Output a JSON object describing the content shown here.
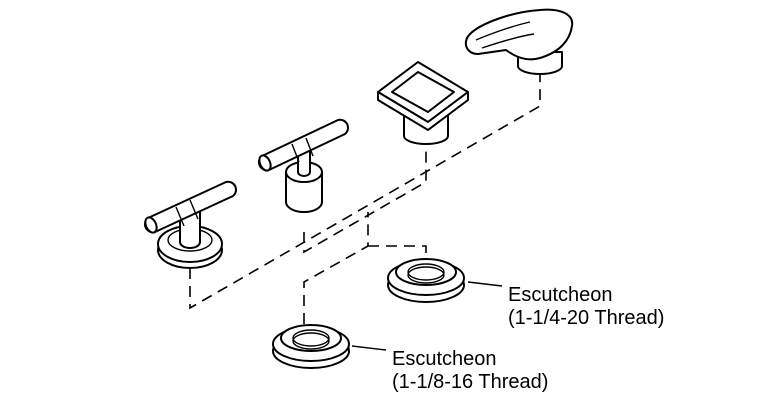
{
  "callouts": [
    {
      "name": "Escutcheon",
      "thread": "(1-1/4-20 Thread)"
    },
    {
      "name": "Escutcheon",
      "thread": "(1-1/8-16 Thread)"
    }
  ]
}
